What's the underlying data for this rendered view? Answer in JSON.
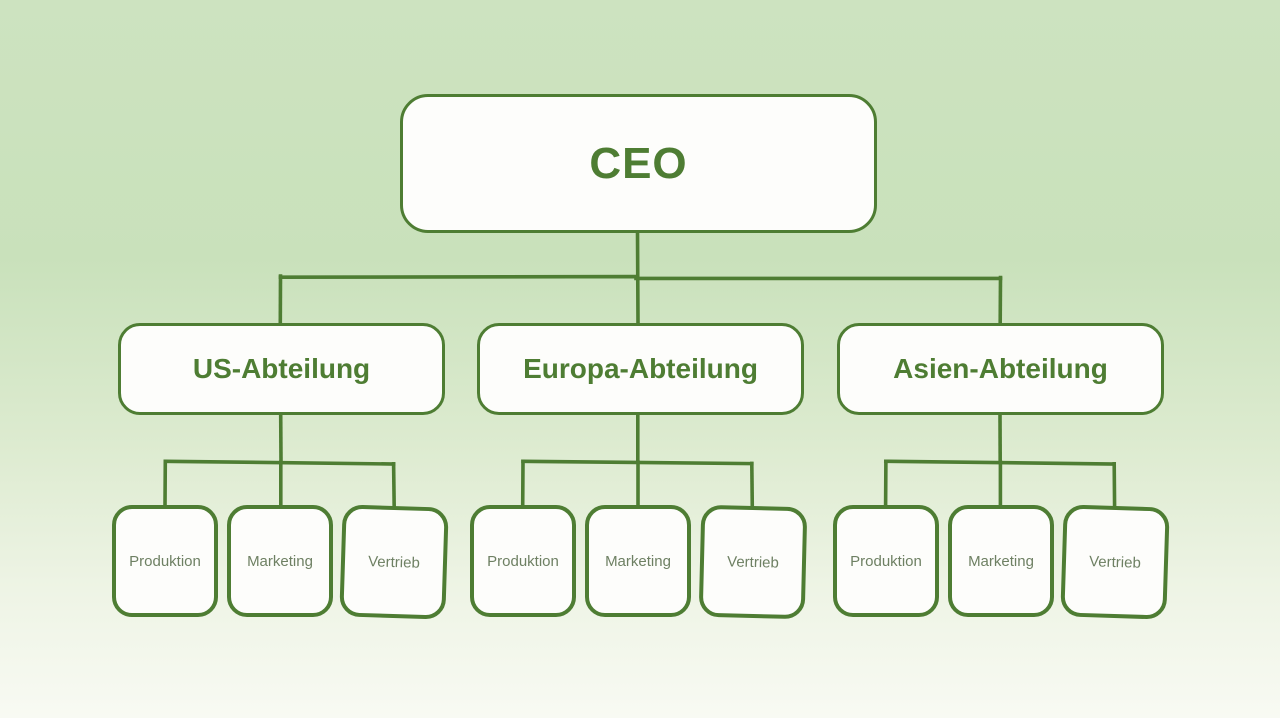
{
  "org": {
    "root": {
      "label": "CEO"
    },
    "divisions": [
      {
        "label": "US-Abteilung",
        "children": [
          {
            "label": "Produktion"
          },
          {
            "label": "Marketing"
          },
          {
            "label": "Vertrieb"
          }
        ]
      },
      {
        "label": "Europa-Abteilung",
        "children": [
          {
            "label": "Produktion"
          },
          {
            "label": "Marketing"
          },
          {
            "label": "Vertrieb"
          }
        ]
      },
      {
        "label": "Asien-Abteilung",
        "children": [
          {
            "label": "Produktion"
          },
          {
            "label": "Marketing"
          },
          {
            "label": "Vertrieb"
          }
        ]
      }
    ]
  },
  "colors": {
    "line": "#4e7d33",
    "title": "#4e7d33",
    "childText": "#6e8063",
    "boxBg": "#fdfdfb",
    "bgTop": "#cde3c0",
    "bgMid": "#c9e1bb",
    "bgSoft": "#ddebd0",
    "bgFaint": "#eef4e5",
    "bgBottom": "#f8faf3"
  }
}
